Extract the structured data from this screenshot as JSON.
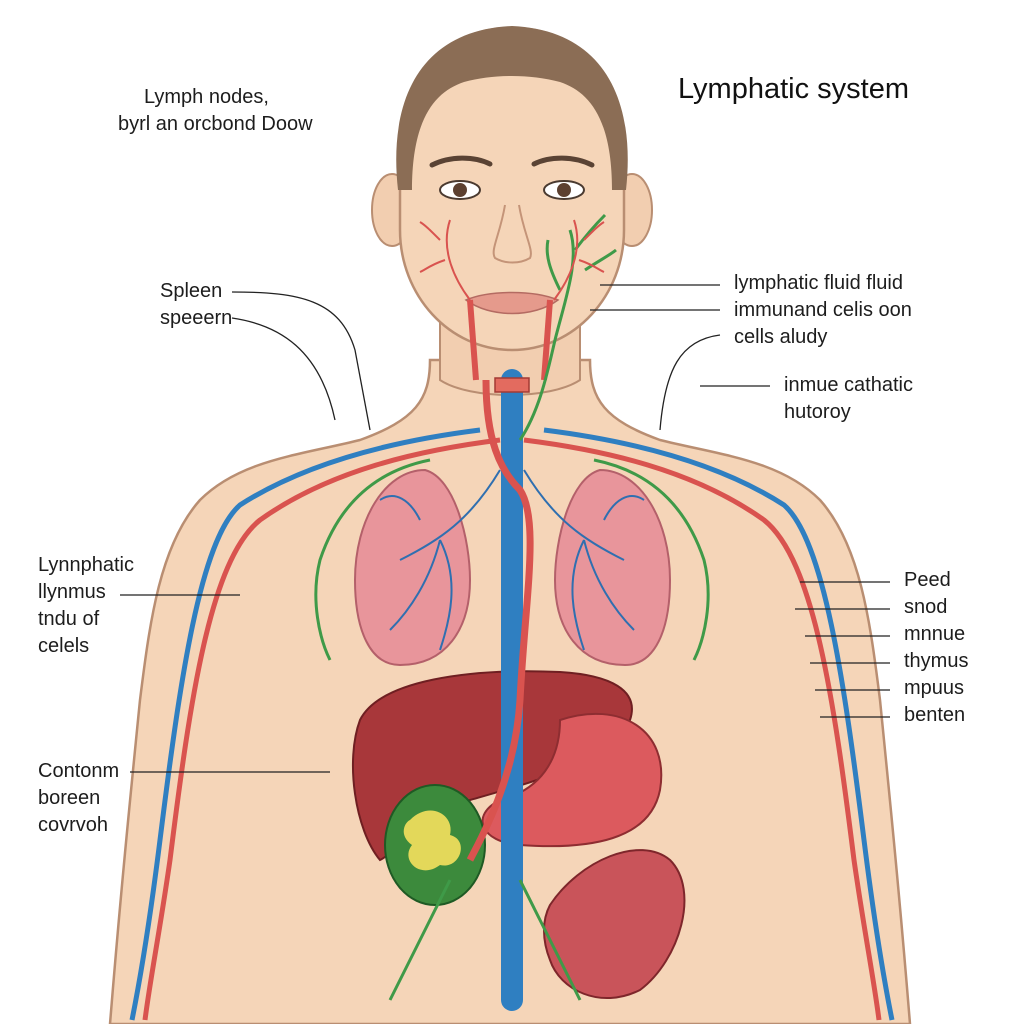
{
  "title": "Lymphatic system",
  "labels": {
    "top_left": [
      "Lymph nodes,",
      "byrl an orcbond Doow"
    ],
    "spleen": [
      "Spleen",
      "speeern"
    ],
    "left_mid": [
      "Lynnphatic",
      "llynmus",
      "tndu of",
      "celels"
    ],
    "left_low": [
      "Contonm",
      "boreen",
      "covrvoh"
    ],
    "right_upper": [
      "lymphatic fluid fluid",
      "immunand celis oon",
      "cells aludy"
    ],
    "right_mid": [
      "inmue cathatic",
      "hutoroy"
    ],
    "right_list": [
      "Peed",
      "snod",
      "mnnue",
      "thymus",
      "mpuus",
      "benten"
    ]
  },
  "colors": {
    "skin": "#f5d5b8",
    "skin_outline": "#b98e72",
    "hair": "#8b6d55",
    "artery": "#d9534f",
    "vein": "#2f7fc1",
    "lymph": "#3f9a48",
    "lung": "#e8959b",
    "liver": "#a8373a",
    "stomach": "#dc5a5e",
    "gallbladder": "#3c8a3c",
    "intestine": "#c9545a"
  }
}
